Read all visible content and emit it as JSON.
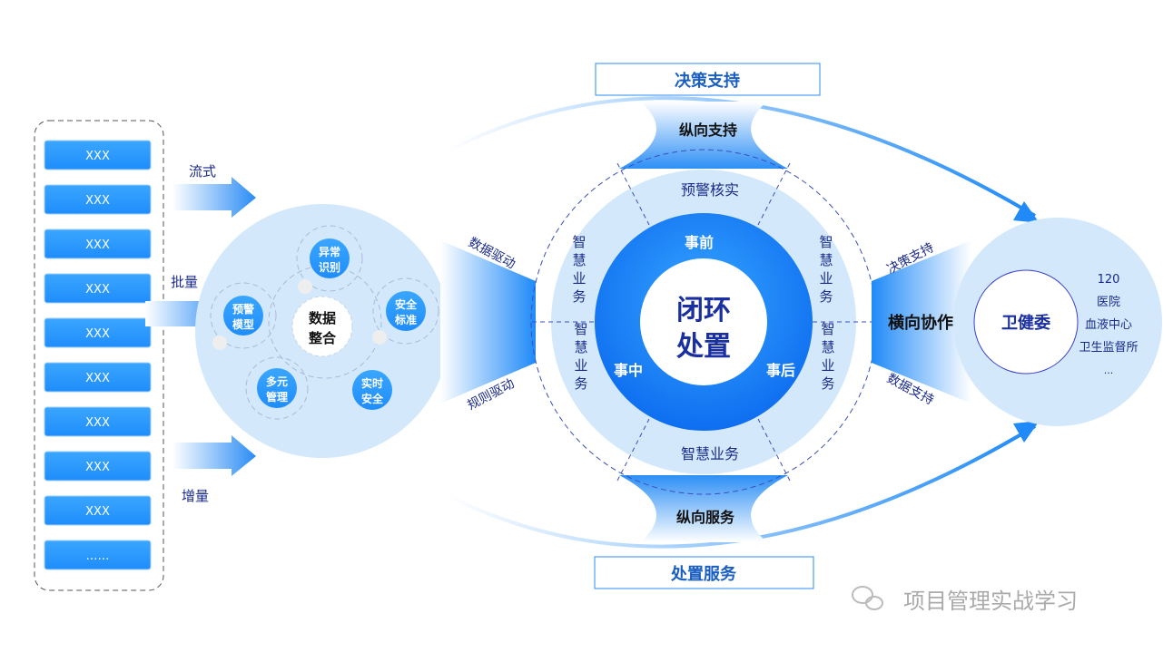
{
  "sources": {
    "items": [
      "XXX",
      "XXX",
      "XXX",
      "XXX",
      "XXX",
      "XXX",
      "XXX",
      "XXX",
      "XXX",
      "……"
    ]
  },
  "flows": {
    "stream": "流式",
    "batch": "批量",
    "incremental": "增量"
  },
  "integration": {
    "center": [
      "数据",
      "整合"
    ],
    "nodes": [
      [
        "异常",
        "识别"
      ],
      [
        "预警",
        "模型"
      ],
      [
        "安全",
        "标准"
      ],
      [
        "多元",
        "管理"
      ],
      [
        "实时",
        "安全"
      ]
    ]
  },
  "drivers": {
    "data": "数据驱动",
    "rule": "规则驱动"
  },
  "core": {
    "title": [
      "闭环",
      "处置"
    ],
    "before": "事前",
    "during": "事中",
    "after": "事后",
    "top_ring": "预警核实",
    "bottom_ring": "智慧业务",
    "left_upper": "智慧业务",
    "left_lower": "智慧业务",
    "right_upper": "智慧业务",
    "right_lower": "智慧业务",
    "vertical_support": "纵向支持",
    "vertical_service": "纵向服务"
  },
  "top_box": "决策支持",
  "bottom_box": "处置服务",
  "horizontal": {
    "label": "横向协作",
    "upper": "决策支持",
    "lower": "数据支持"
  },
  "partner": {
    "center": "卫健委",
    "list": [
      "120",
      "医院",
      "血液中心",
      "卫生监督所",
      "..."
    ]
  },
  "watermark": "项目管理实战学习",
  "colors": {
    "primary": "#1e8fff",
    "deep": "#1a2fa0",
    "light": "#d3e9fb"
  }
}
